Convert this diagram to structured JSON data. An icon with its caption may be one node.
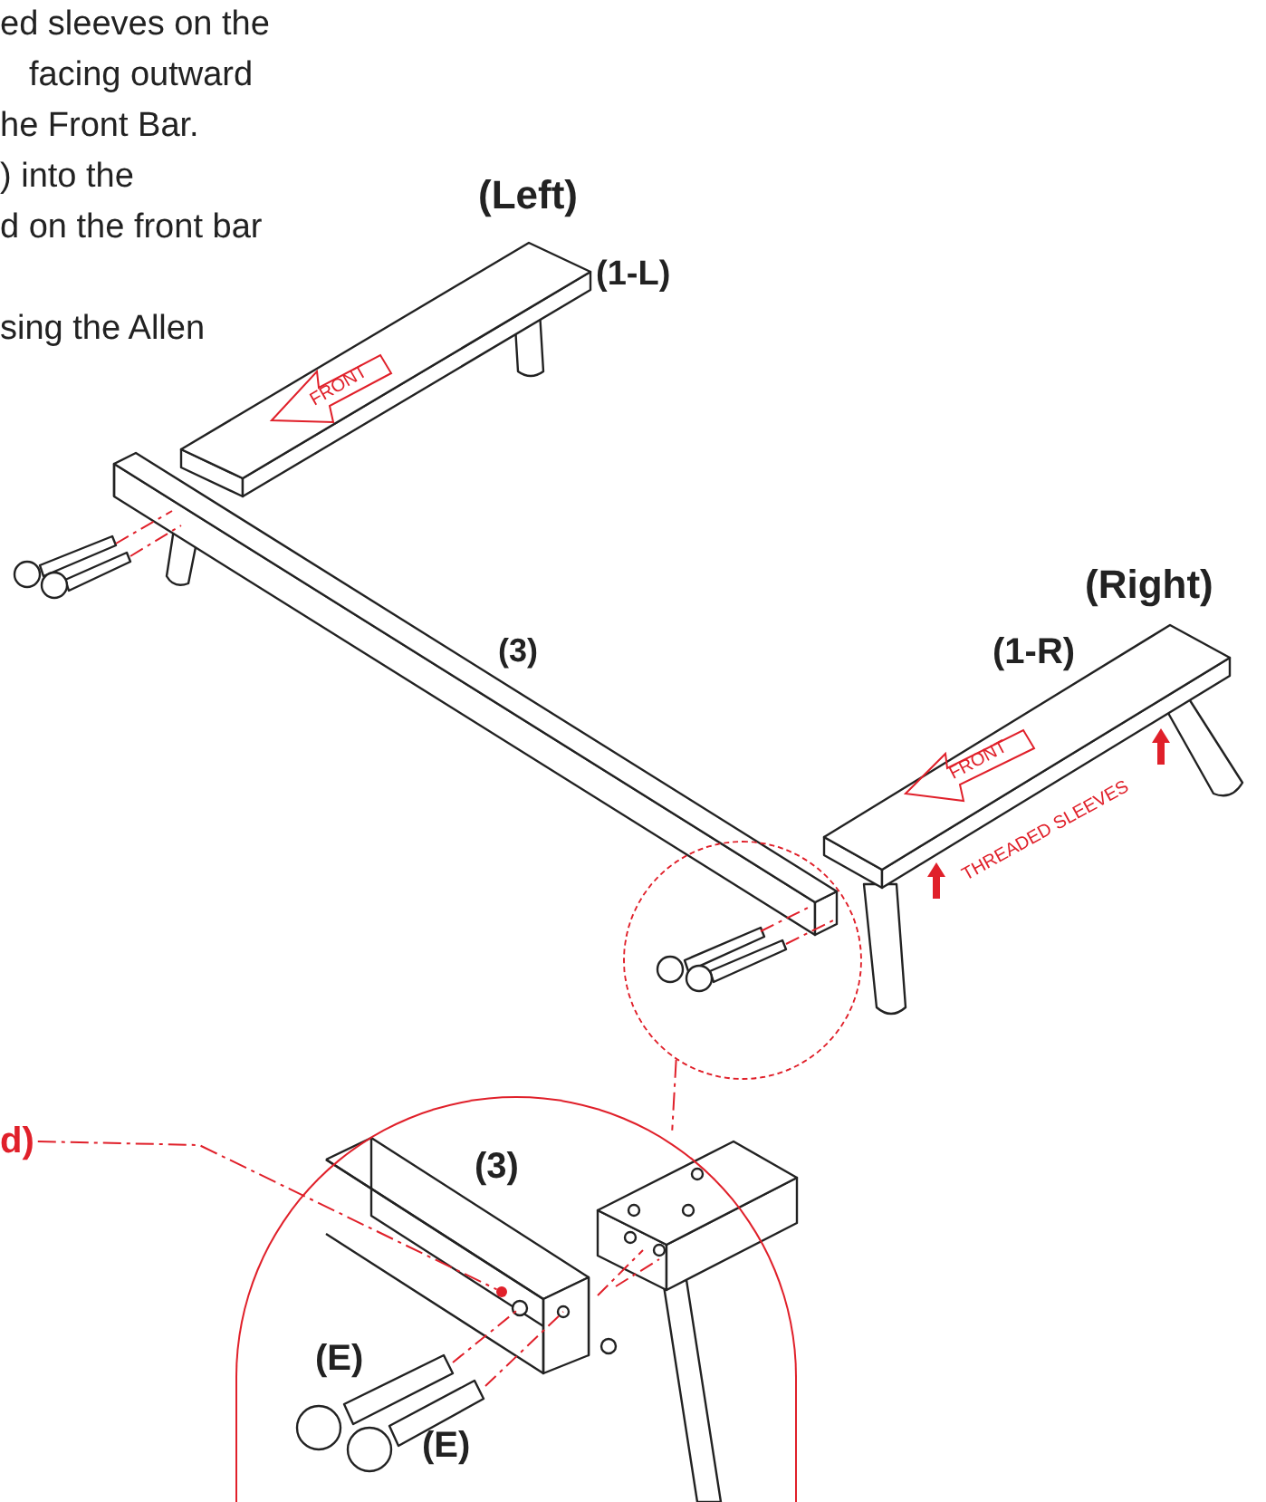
{
  "diagram": {
    "nodes": [
      {
        "text": [
          "d)"
        ]
      },
      {
        "text": [],
        "shape": "circle",
        "in": 3
      },
      {
        "text": [],
        "shape": "circle"
      },
      {
        "text": [],
        "shape": "circle"
      }
    ],
    "edges": [
      {
        "from": 0,
        "to": 1,
        "arrow": "none",
        "style": "dashed",
        "color": "#e0202a"
      },
      {
        "from": 2,
        "to": 3,
        "arrow": "none",
        "style": "dashed",
        "color": "#e0202a"
      }
    ],
    "labels": [
      "ed sleeves on the",
      "facing outward",
      "he Front Bar.",
      ") into the",
      "d on the front bar",
      "sing the Allen",
      "(Left)",
      "(1-L)",
      "FRONT",
      "(3)",
      "(Right)",
      "(1-R)",
      "FRONT",
      "THREADED SLEEVES",
      "(3)",
      "(E)",
      "(E)"
    ]
  }
}
